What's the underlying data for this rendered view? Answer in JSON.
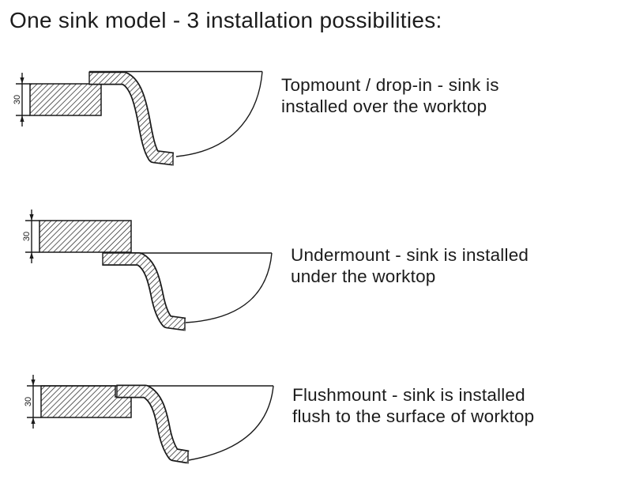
{
  "title": "One sink model - 3 installation possibilities:",
  "rows": [
    {
      "id": "topmount",
      "description": "Topmount / drop-in - sink is\ninstalled over the worktop",
      "dim": "30"
    },
    {
      "id": "undermount",
      "description": "Undermount - sink is installed\nunder the worktop",
      "dim": "30"
    },
    {
      "id": "flushmount",
      "description": "Flushmount - sink is installed\nflush to the surface of worktop",
      "dim": "30"
    }
  ],
  "colors": {
    "line": "#1a1a1a",
    "text": "#1c1c1c",
    "background": "#ffffff"
  }
}
